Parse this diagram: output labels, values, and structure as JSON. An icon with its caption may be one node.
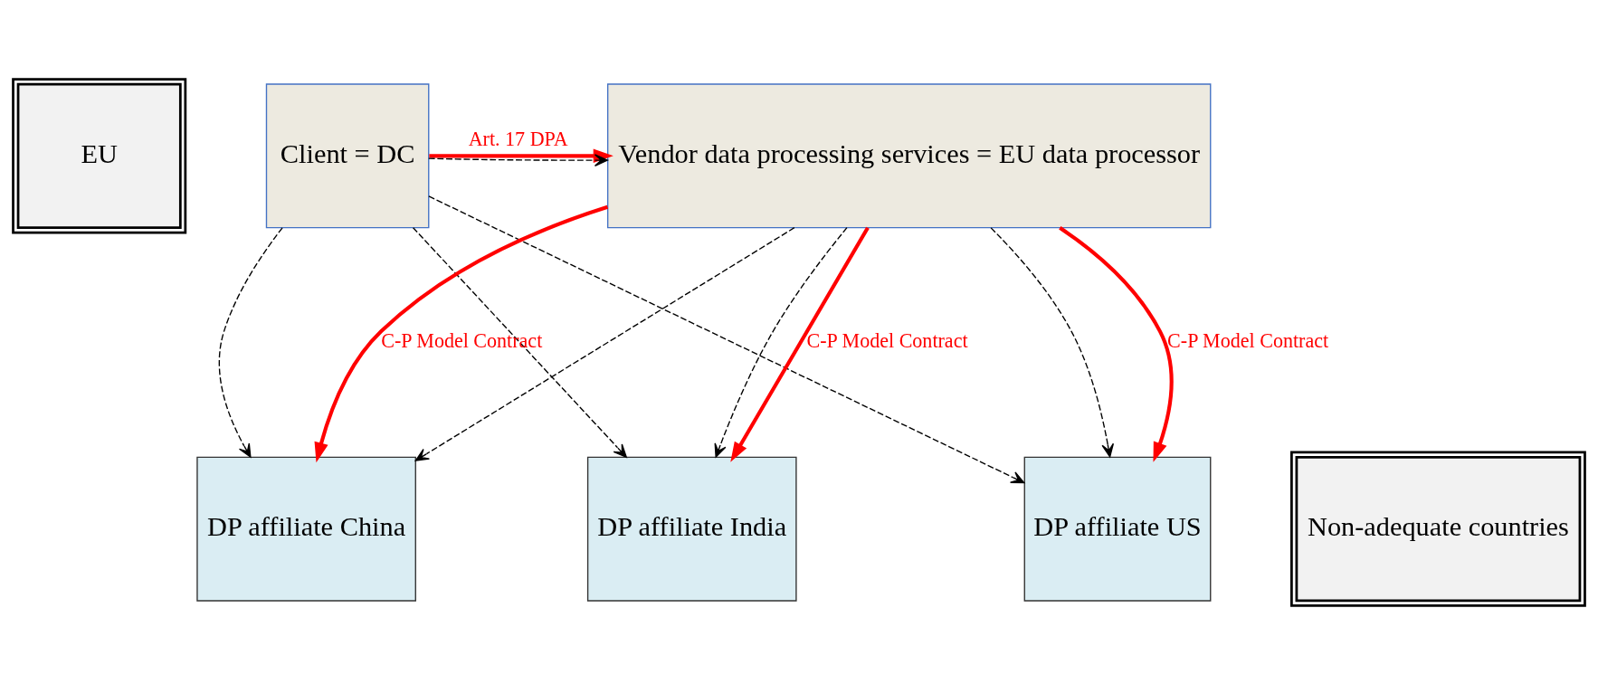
{
  "diagram": {
    "nodes": [
      {
        "text": [
          "EU"
        ]
      },
      {
        "text": [
          "Client = DC"
        ]
      },
      {
        "text": [
          "Vendor data processing services = EU data processor"
        ]
      },
      {
        "text": [
          "Non-adequate countries"
        ]
      },
      {
        "text": [
          "DP affiliate China"
        ]
      },
      {
        "text": [
          "DP affiliate US"
        ]
      },
      {
        "text": [
          "DP affiliate India"
        ]
      }
    ],
    "edges": [
      {
        "from": 1,
        "to": 2,
        "arrow": "to",
        "label": "Art. 17 DPA",
        "style": "thick",
        "color": "#ff0000"
      },
      {
        "from": 1,
        "to": 2,
        "arrow": "to",
        "style": "dashed"
      },
      {
        "from": 1,
        "to": 4,
        "arrow": "to",
        "style": "dashed"
      },
      {
        "from": 1,
        "to": 5,
        "arrow": "to",
        "style": "dashed"
      },
      {
        "from": 1,
        "to": 6,
        "arrow": "to",
        "style": "dashed"
      },
      {
        "from": 2,
        "to": 4,
        "arrow": "to",
        "label": "C-P Model Contract",
        "style": "thick",
        "color": "#ff0000"
      },
      {
        "from": 2,
        "to": 4,
        "arrow": "to",
        "style": "dashed"
      },
      {
        "from": 2,
        "to": 5,
        "arrow": "to",
        "label": "C-P Model Contract",
        "style": "thick",
        "color": "#ff0000"
      },
      {
        "from": 2,
        "to": 5,
        "arrow": "to",
        "style": "dashed"
      },
      {
        "from": 2,
        "to": 6,
        "arrow": "to",
        "label": "C-P Model Contract",
        "style": "thick",
        "color": "#ff0000"
      },
      {
        "from": 2,
        "to": 6,
        "arrow": "to",
        "style": "dashed"
      }
    ]
  }
}
